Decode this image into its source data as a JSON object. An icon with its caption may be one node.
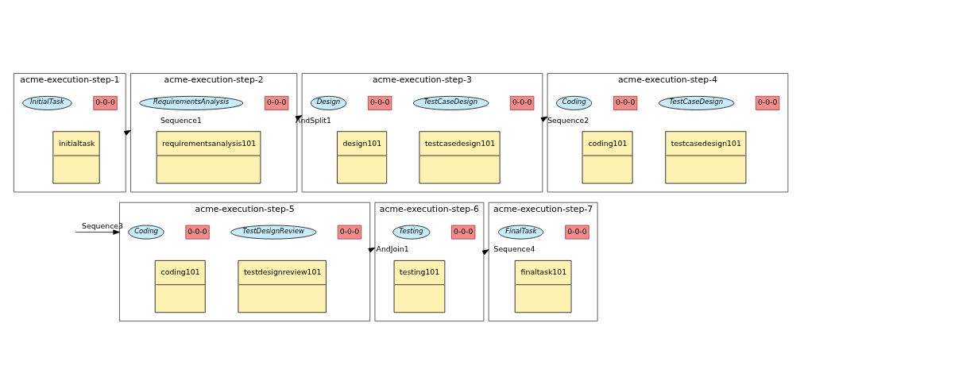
{
  "diagram": {
    "nodes": [
      {
        "text": [
          "acme-execution-step-1"
        ]
      },
      {
        "text": [
          "InitialTask"
        ],
        "in": 0
      },
      {
        "text": [
          "0-0-0"
        ],
        "in": 0
      },
      {
        "text": [
          "initialtask"
        ],
        "in": 0
      },
      {
        "text": [
          "acme-execution-step-2"
        ]
      },
      {
        "text": [
          "RequirementsAnalysis"
        ],
        "in": 4
      },
      {
        "text": [
          "0-0-0"
        ],
        "in": 4
      },
      {
        "text": [
          "requirementsanalysis101"
        ],
        "in": 4
      },
      {
        "text": [
          "acme-execution-step-3"
        ]
      },
      {
        "text": [
          "Design"
        ],
        "in": 8
      },
      {
        "text": [
          "0-0-0"
        ],
        "in": 8
      },
      {
        "text": [
          "design101"
        ],
        "in": 8
      },
      {
        "text": [
          "TestCaseDesign"
        ],
        "in": 8
      },
      {
        "text": [
          "0-0-0"
        ],
        "in": 8
      },
      {
        "text": [
          "testcasedesign101"
        ],
        "in": 8
      },
      {
        "text": [
          "acme-execution-step-4"
        ]
      },
      {
        "text": [
          "Coding"
        ],
        "in": 15
      },
      {
        "text": [
          "0-0-0"
        ],
        "in": 15
      },
      {
        "text": [
          "coding101"
        ],
        "in": 15
      },
      {
        "text": [
          "TestCaseDesign"
        ],
        "in": 15
      },
      {
        "text": [
          "0-0-0"
        ],
        "in": 15
      },
      {
        "text": [
          "testcasedesign101"
        ],
        "in": 15
      },
      {
        "text": [
          "acme-execution-step-5"
        ]
      },
      {
        "text": [
          "Coding"
        ],
        "in": 22
      },
      {
        "text": [
          "0-0-0"
        ],
        "in": 22
      },
      {
        "text": [
          "coding101"
        ],
        "in": 22
      },
      {
        "text": [
          "TestDesignReview"
        ],
        "in": 22
      },
      {
        "text": [
          "0-0-0"
        ],
        "in": 22
      },
      {
        "text": [
          "testdesignreview101"
        ],
        "in": 22
      },
      {
        "text": [
          "acme-execution-step-6"
        ]
      },
      {
        "text": [
          "Testing"
        ],
        "in": 29
      },
      {
        "text": [
          "0-0-0"
        ],
        "in": 29
      },
      {
        "text": [
          "testing101"
        ],
        "in": 29
      },
      {
        "text": [
          "acme-execution-step-7"
        ]
      },
      {
        "text": [
          "FinalTask"
        ],
        "in": 33
      },
      {
        "text": [
          "0-0-0"
        ],
        "in": 33
      },
      {
        "text": [
          "finaltask101"
        ],
        "in": 33
      }
    ],
    "edges": [
      {
        "from": 0,
        "to": 4,
        "arrow": "to",
        "label": "Sequence1"
      },
      {
        "from": 4,
        "to": 8,
        "arrow": "to",
        "label": "AndSplit1"
      },
      {
        "from": 8,
        "to": 15,
        "arrow": "to",
        "label": "Sequence2"
      },
      {
        "from": null,
        "to": 22,
        "arrow": "to",
        "label": "Sequence3"
      },
      {
        "from": 22,
        "to": 29,
        "arrow": "to",
        "label": "AndJoin1"
      },
      {
        "from": 29,
        "to": 33,
        "arrow": "to",
        "label": "Sequence4"
      }
    ]
  }
}
